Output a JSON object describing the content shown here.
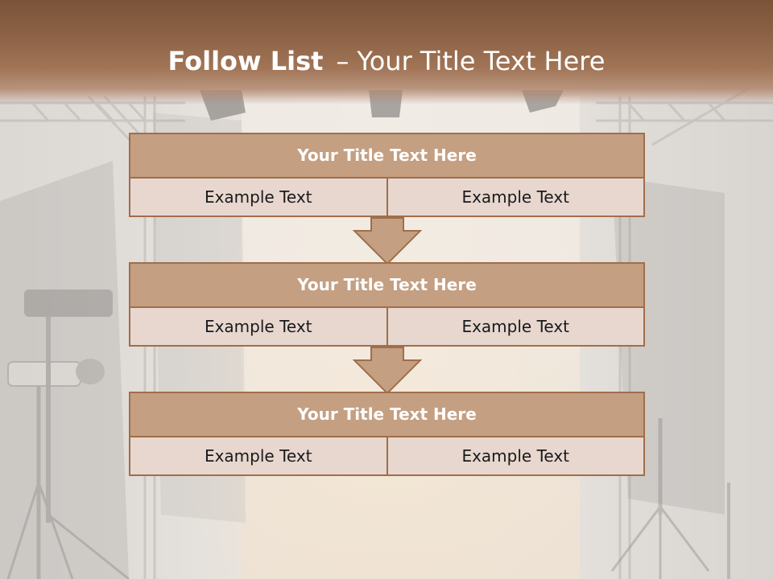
{
  "slide": {
    "title_bold": "Follow List",
    "title_dash": "–",
    "title_rest": "Your Title Text Here"
  },
  "blocks": [
    {
      "title": "Your Title Text Here",
      "cells": [
        "Example Text",
        "Example Text"
      ]
    },
    {
      "title": "Your Title Text Here",
      "cells": [
        "Example Text",
        "Example Text"
      ]
    },
    {
      "title": "Your Title Text Here",
      "cells": [
        "Example Text",
        "Example Text"
      ]
    }
  ],
  "colors": {
    "header": "#8d6246",
    "title_fill": "#c49f82",
    "cell_fill": "#e7d7cf",
    "border": "#a06e4b",
    "arrow_fill": "#c49f82"
  },
  "icons": [
    "down-arrow-icon",
    "down-arrow-icon"
  ]
}
